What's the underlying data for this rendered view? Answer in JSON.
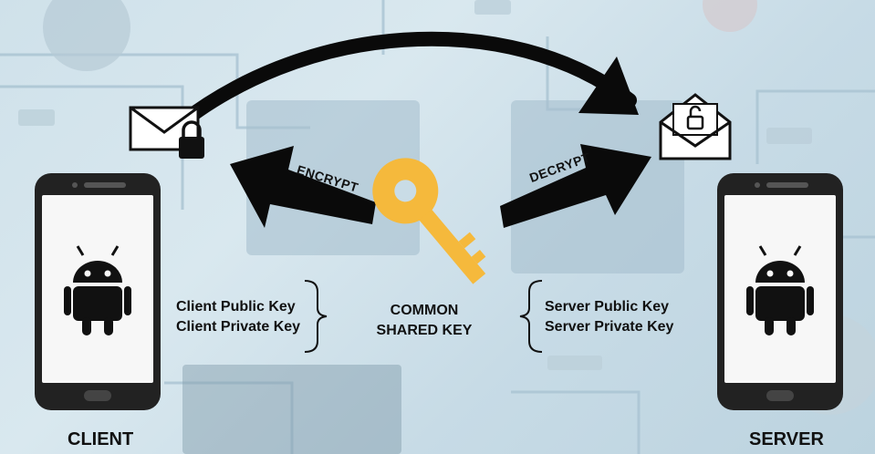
{
  "diagram": {
    "client": {
      "label": "CLIENT",
      "public_key": "Client Public Key",
      "private_key": "Client Private Key"
    },
    "server": {
      "label": "SERVER",
      "public_key": "Server Public Key",
      "private_key": "Server Private Key"
    },
    "shared_key": {
      "line1": "COMMON",
      "line2": "SHARED KEY"
    },
    "encrypt_label": "ENCRYPT",
    "decrypt_label": "DECRYPT",
    "icons": {
      "phone": "android-phone-icon",
      "locked_mail": "locked-envelope-icon",
      "unlocked_mail": "unlocked-envelope-icon",
      "key": "key-icon"
    },
    "colors": {
      "key": "#f5b93c",
      "arrow": "#0a0a0a",
      "phone": "#222222",
      "screen": "#f7f7f7"
    }
  }
}
